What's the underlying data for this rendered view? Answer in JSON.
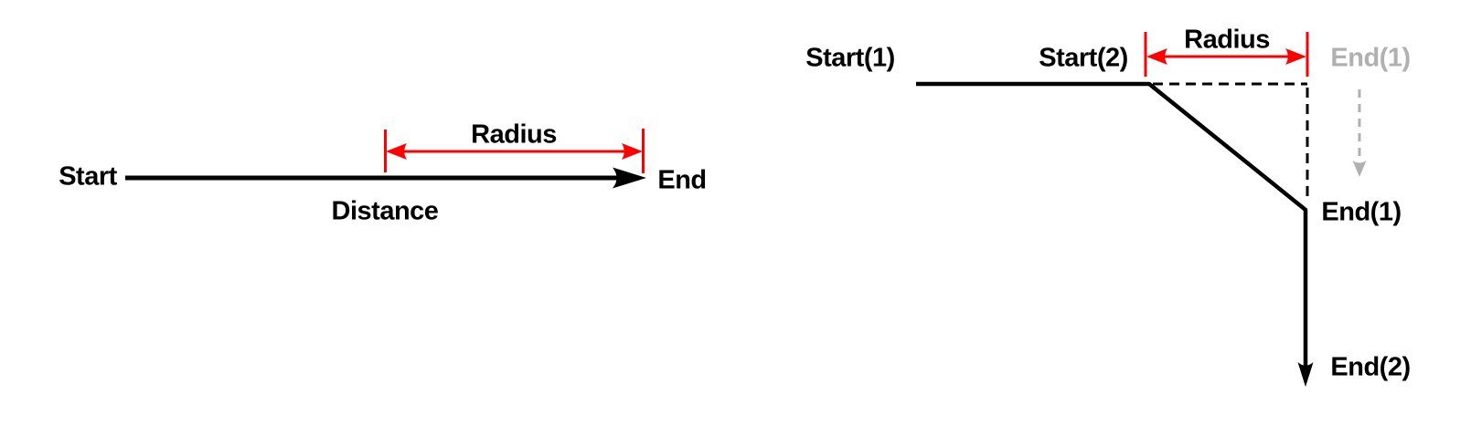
{
  "colors": {
    "stroke": "#000000",
    "accent": "#ff0000",
    "ghost": "#b0b0b0",
    "background": "#ffffff"
  },
  "left_diagram": {
    "description": "straight path with distance and radius measured back from end point",
    "labels": {
      "start": "Start",
      "end": "End",
      "distance": "Distance",
      "radius": "Radius"
    }
  },
  "right_diagram": {
    "description": "two-segment path where radius shortens first segment before the turn",
    "labels": {
      "start1": "Start(1)",
      "start2": "Start(2)",
      "radius": "Radius",
      "end1_ghost": "End(1)",
      "end1": "End(1)",
      "end2": "End(2)"
    }
  }
}
